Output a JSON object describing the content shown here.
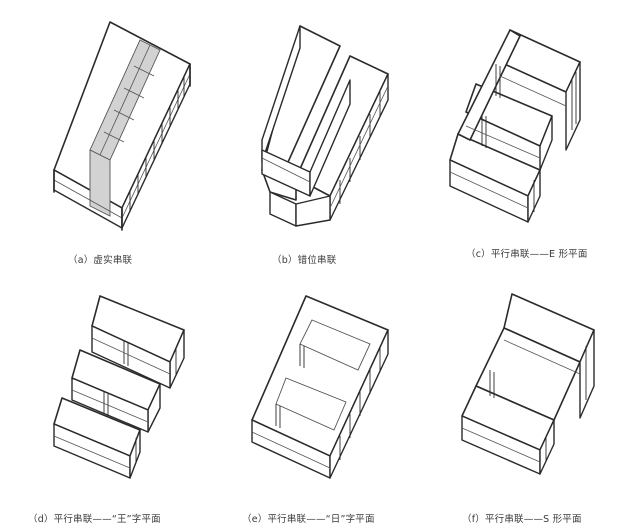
{
  "captions": {
    "a": "（a）虚实串联",
    "b": "（b）错位串联",
    "c": "（c）平行串联——E 形平面",
    "d": "（d）平行串联——“王”字平面",
    "e": "（e）平行串联——“日”字平面",
    "f": "（f）平行串联——S 形平面"
  }
}
